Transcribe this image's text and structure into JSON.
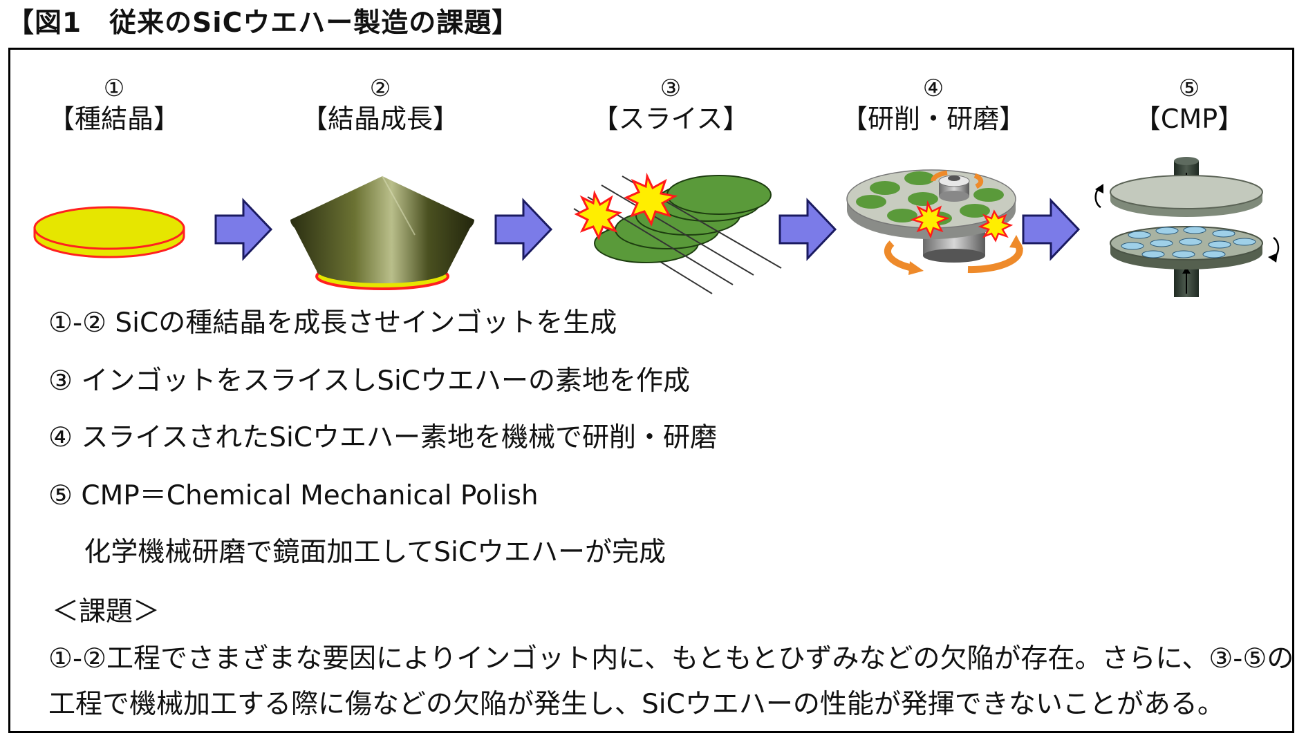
{
  "title": "【図1　従来のSiCウエハー製造の課題】",
  "steps": [
    {
      "num": "①",
      "label": "【種結晶】"
    },
    {
      "num": "②",
      "label": "【結晶成長】"
    },
    {
      "num": "③",
      "label": "【スライス】"
    },
    {
      "num": "④",
      "label": "【研削・研磨】"
    },
    {
      "num": "⑤",
      "label": "【CMP】"
    }
  ],
  "descriptions": [
    "①-② SiCの種結晶を成長させインゴットを生成",
    "③ インゴットをスライスしSiCウエハーの素地を作成",
    "④ スライスされたSiCウエハー素地を機械で研削・研磨",
    "⑤ CMP＝Chemical Mechanical Polish",
    "　 化学機械研磨で鏡面加工してSiCウエハーが完成"
  ],
  "issues": {
    "heading": "＜課題＞",
    "lines": [
      "①-②工程でさまざまな要因によりインゴット内に、もともとひずみなどの欠陥が存在。さらに、③-⑤の",
      "工程で機械加工する際に傷などの欠陥が発生し、SiCウエハーの性能が発揮できないことがある。"
    ]
  },
  "colors": {
    "seed_fill": "#e6e600",
    "seed_edge": "#ff2020",
    "ingot": "#3a3f1c",
    "wafer_green": "#5a9a3a",
    "arrow_fill": "#7b7be8",
    "arrow_stroke": "#1a1a60",
    "spark_fill": "#ffee00",
    "spark_stroke": "#ff1a1a",
    "rotate_arrow": "#ee8a2a",
    "platen": "#c8ccc0",
    "cmp_wafer": "#9fd0e8"
  }
}
